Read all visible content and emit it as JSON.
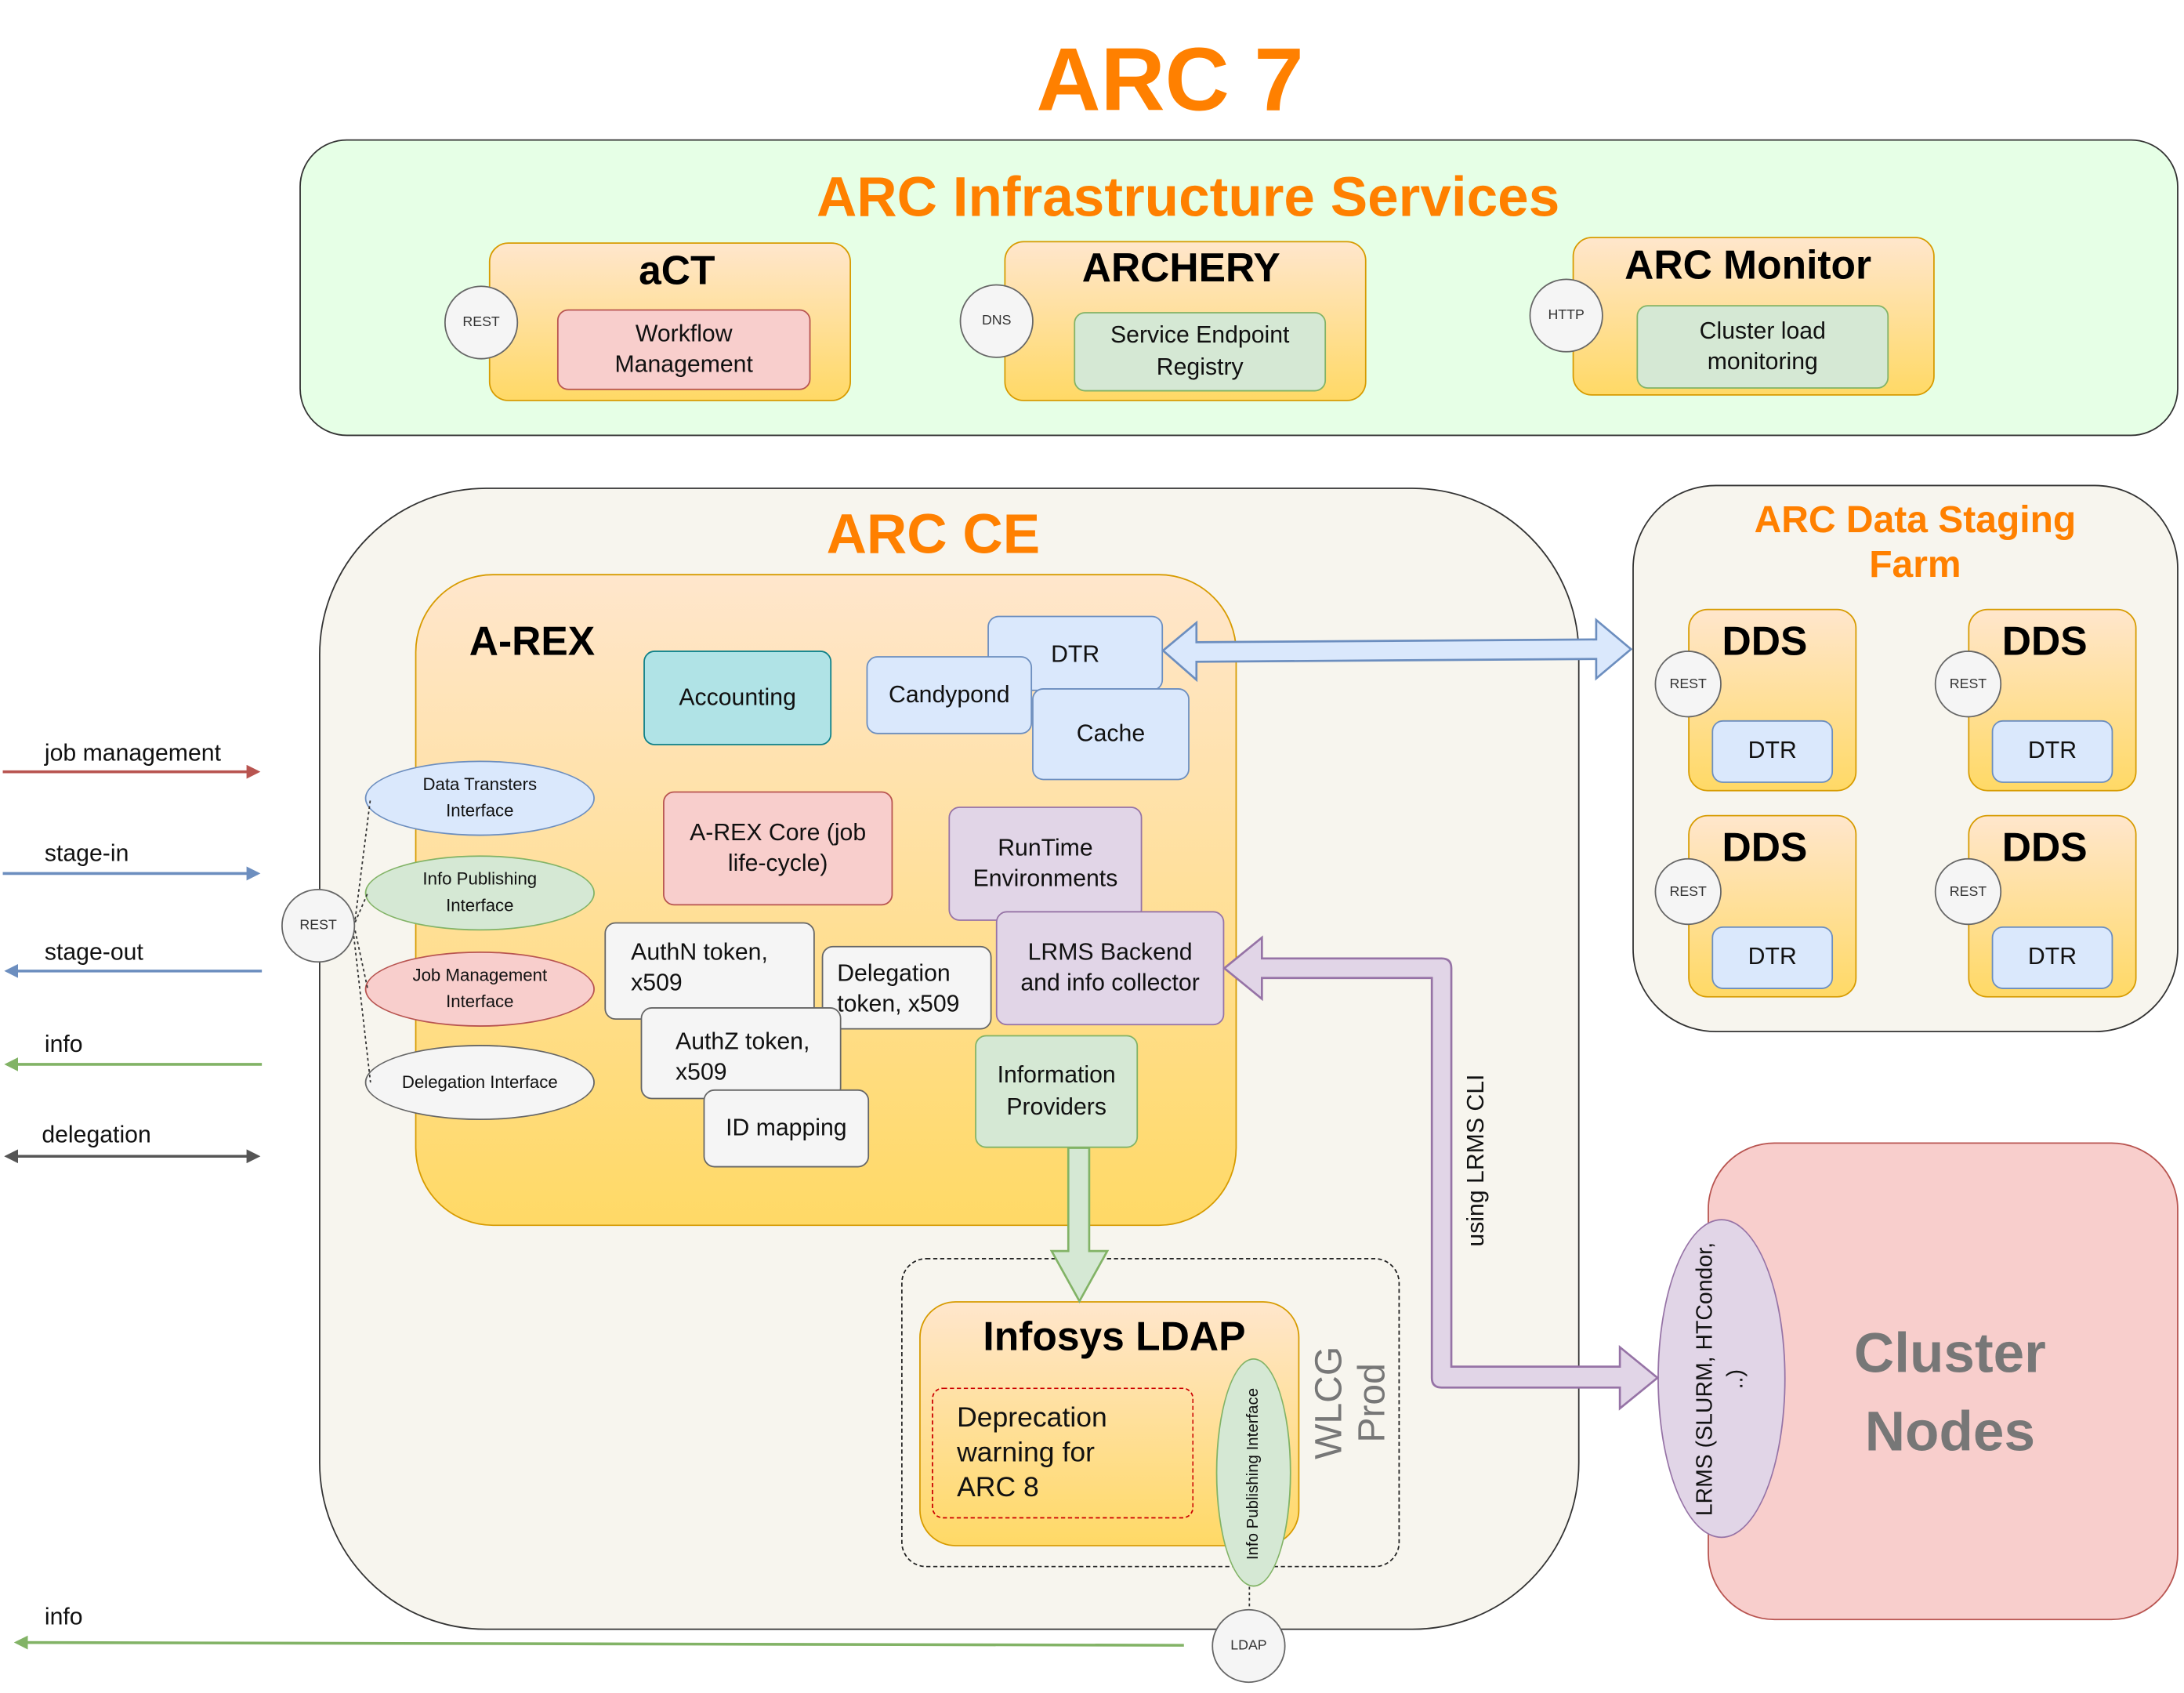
{
  "title": "ARC 7",
  "infrastructure": {
    "title": "ARC Infrastructure Services",
    "act": {
      "title": "aCT",
      "port": "REST",
      "component": "Workflow Management"
    },
    "archery": {
      "title": "ARCHERY",
      "port": "DNS",
      "component": "Service Endpoint Registry"
    },
    "monitor": {
      "title": "ARC Monitor",
      "port": "HTTP",
      "component": "Cluster load monitoring"
    }
  },
  "ce": {
    "title": "ARC CE",
    "arex": {
      "title": "A-REX",
      "accounting": "Accounting",
      "dtr": "DTR",
      "candypond": "Candypond",
      "cache": "Cache",
      "core": "A-REX Core (job life-cycle)",
      "runtime": "RunTime Environments",
      "lrms_backend": "LRMS Backend and info collector",
      "authn": "AuthN token, x509",
      "delegation": "Delegation token, x509",
      "authz": "AuthZ token, x509",
      "id_mapping": "ID mapping",
      "info_providers": "Information Providers"
    },
    "interfaces": {
      "port": "REST",
      "data_transfers": "Data Transters Interface",
      "info_publishing": "Info Publishing Interface",
      "job_management": "Job Management Interface",
      "delegation": "Delegation Interface"
    },
    "infosys": {
      "title": "Infosys LDAP",
      "warning": "Deprecation warning for ARC 8",
      "interface": "Info Publishing Interface",
      "group_label": "WLCG Prod",
      "port": "LDAP"
    }
  },
  "staging": {
    "title": "ARC Data Staging Farm",
    "nodes": [
      {
        "title": "DDS",
        "port": "REST",
        "component": "DTR"
      },
      {
        "title": "DDS",
        "port": "REST",
        "component": "DTR"
      },
      {
        "title": "DDS",
        "port": "REST",
        "component": "DTR"
      },
      {
        "title": "DDS",
        "port": "REST",
        "component": "DTR"
      }
    ]
  },
  "cluster": {
    "title": "Cluster Nodes",
    "lrms": "LRMS (SLURM, HTCondor, ..)",
    "cli_label": "using LRMS CLI"
  },
  "legend": {
    "job_management": "job management",
    "stage_in": "stage-in",
    "stage_out": "stage-out",
    "info": "info",
    "delegation": "delegation",
    "info_ldap": "info"
  },
  "colors": {
    "title_orange": "#ff8000",
    "job_management": "#b85450",
    "stage": "#6c8ebf",
    "info": "#82b366",
    "delegation": "#555555",
    "infra_bg": "#e6ffe6",
    "ce_bg": "#f7f5ee",
    "cluster_bg": "#f8cecc"
  }
}
